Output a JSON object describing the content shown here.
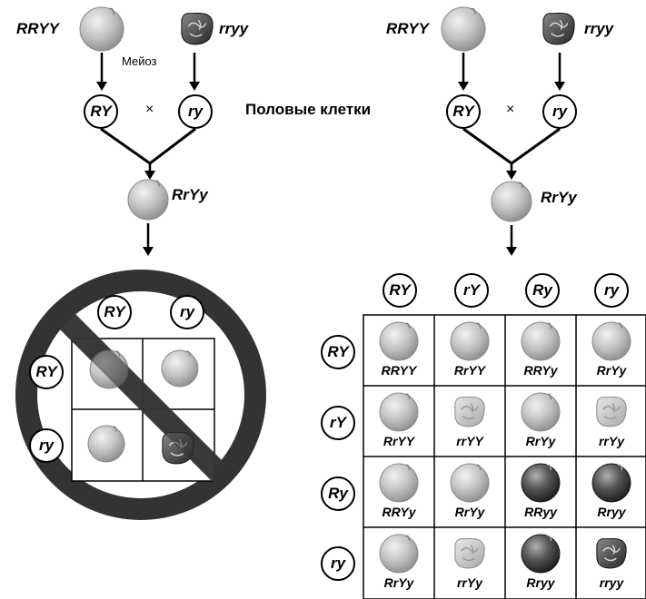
{
  "left": {
    "parent1": "RRYY",
    "parent2": "rryy",
    "meiosis_label": "Мейоз",
    "gamete1": "RY",
    "gamete2": "ry",
    "cross_symbol": "×",
    "f1": "RrYy",
    "grid_col_gametes": [
      "RY",
      "ry"
    ],
    "grid_row_gametes": [
      "RY",
      "ry"
    ]
  },
  "gametes_label": "Половые клетки",
  "right": {
    "parent1": "RRYY",
    "parent2": "rryy",
    "gamete1": "RY",
    "gamete2": "ry",
    "cross_symbol": "×",
    "f1": "RrYy",
    "col_gametes": [
      "RY",
      "rY",
      "Ry",
      "ry"
    ],
    "row_gametes": [
      "RY",
      "rY",
      "Ry",
      "ry"
    ],
    "cells": [
      [
        "RRYY",
        "RrYY",
        "RRYy",
        "RrYy"
      ],
      [
        "RrYY",
        "rrYY",
        "RrYy",
        "rrYy"
      ],
      [
        "RRYy",
        "RrYy",
        "RRyy",
        "Rryy"
      ],
      [
        "RrYy",
        "rrYy",
        "Rryy",
        "rryy"
      ]
    ],
    "cell_seed_types": [
      [
        "yellow-round",
        "yellow-round",
        "yellow-round",
        "yellow-round"
      ],
      [
        "yellow-round",
        "yellow-wrinkled",
        "yellow-round",
        "yellow-wrinkled"
      ],
      [
        "yellow-round",
        "yellow-round",
        "green-round",
        "green-round"
      ],
      [
        "yellow-round",
        "yellow-wrinkled",
        "green-round",
        "green-wrinkled"
      ]
    ]
  }
}
